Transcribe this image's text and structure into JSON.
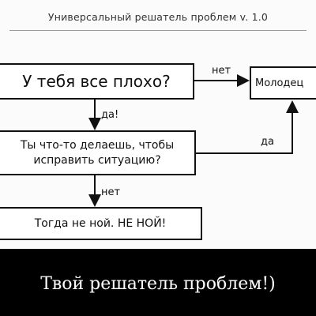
{
  "title": "Универсальный решатель проблем v. 1.0",
  "nodes": {
    "question": "У тебя все плохо?",
    "good": "Молодец",
    "doing_line1": "Ты что-то делаешь, чтобы",
    "doing_line2": "исправить ситуацию?",
    "dont_whine": "Тогда не ной. НЕ НОЙ!"
  },
  "edges": {
    "no_top": "нет",
    "yes_first": "да!",
    "yes_right": "да",
    "no_bottom": "нет"
  },
  "caption": "Твой решатель проблем!)"
}
